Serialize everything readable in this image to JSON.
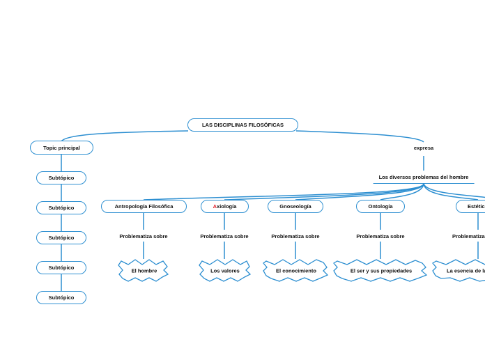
{
  "root": {
    "label": "LAS DISCIPLINAS FILOSÓFICAS"
  },
  "left_branch": {
    "topic": "Topic principal",
    "subtopics": [
      "Subtópico",
      "Subtópico",
      "Subtópico",
      "Subtópico",
      "Subtópico"
    ]
  },
  "right_branch": {
    "connector": "expresa",
    "hub": "Los diversos problemas del hombre",
    "disciplines": [
      {
        "first_letter": "",
        "rest": "Antropología Filosófica",
        "relation": "Problematiza sobre",
        "object": "El hombre"
      },
      {
        "first_letter": "A",
        "rest": "xiología",
        "relation": "Problematiza sobre",
        "object": "Los valores"
      },
      {
        "first_letter": "",
        "rest": "Gnoseología",
        "relation": "Problematiza sobre",
        "object": "El conocimiento"
      },
      {
        "first_letter": "",
        "rest": "Ontología",
        "relation": "Problematiza sobre",
        "object": "El ser y sus propiedades"
      },
      {
        "first_letter": "",
        "rest": "Estética",
        "relation": "Problematiza sobre",
        "object": "La esencia de la belleza"
      }
    ]
  },
  "colors": {
    "line": "#2d8fd1",
    "highlight": "#e0202a"
  }
}
